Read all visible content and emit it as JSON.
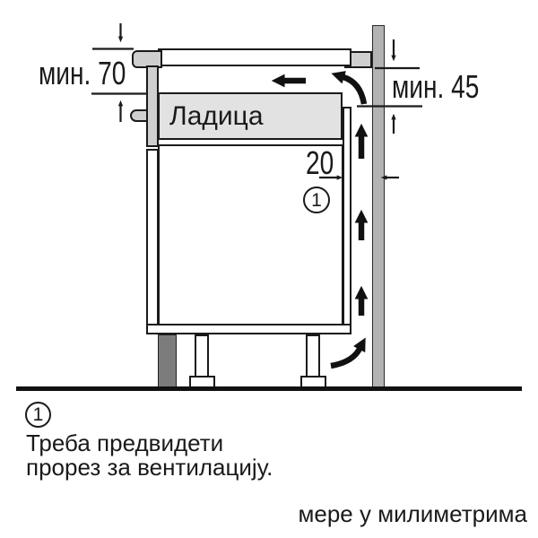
{
  "diagram": {
    "dimensions": {
      "top_clearance": "мин. 70",
      "right_clearance": "мин. 45",
      "rear_gap": "20"
    },
    "drawer_label": "Ладица",
    "callout": "1"
  },
  "footnote": {
    "ref": "1",
    "line1": "Треба предвидети",
    "line2": "прорез за вентилацију."
  },
  "units_caption": "мере у милиметрима",
  "colors": {
    "outline": "#1a1a1a",
    "wall": "#b3b3b3",
    "panels": "#cfcfcf",
    "drawer_fill": "#e2e2e2",
    "plinth": "#7c7c7c",
    "arrows": "#111111"
  }
}
